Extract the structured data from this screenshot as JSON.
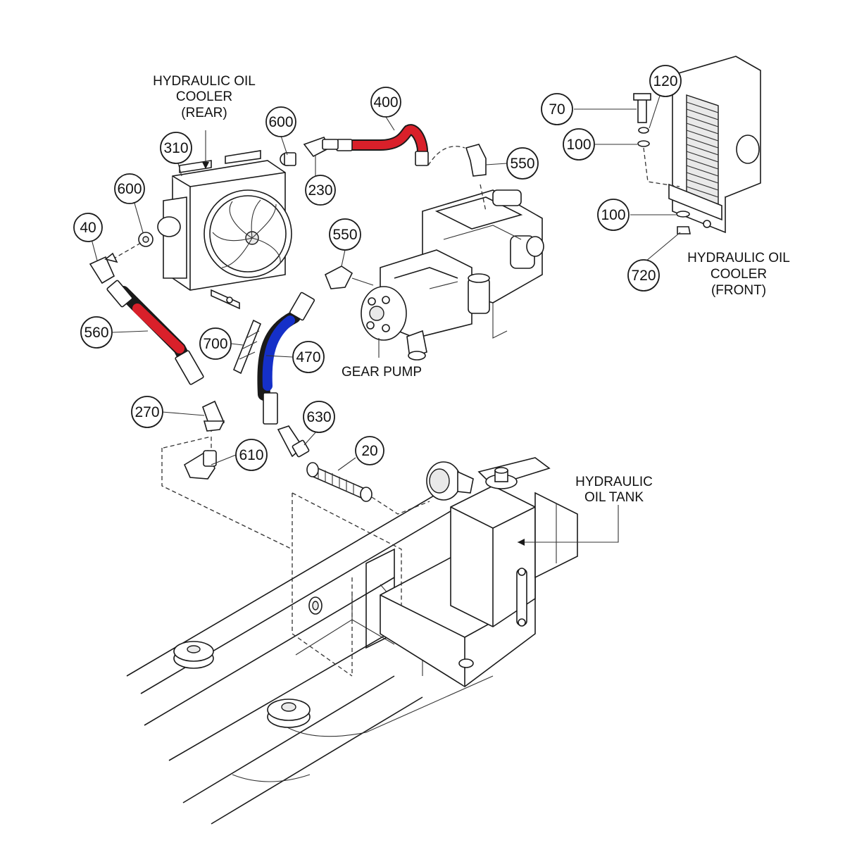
{
  "labels": {
    "cooler_rear": [
      "HYDRAULIC OIL",
      "COOLER",
      "(REAR)"
    ],
    "cooler_front": [
      "HYDRAULIC OIL",
      "COOLER",
      "(FRONT)"
    ],
    "gear_pump": "GEAR PUMP",
    "oil_tank": [
      "HYDRAULIC",
      "OIL TANK"
    ]
  },
  "callouts": {
    "c400": "400",
    "c600a": "600",
    "c310": "310",
    "c230": "230",
    "c550a": "550",
    "c600b": "600",
    "c40": "40",
    "c550b": "550",
    "c560": "560",
    "c700": "700",
    "c470": "470",
    "c270": "270",
    "c630": "630",
    "c610": "610",
    "c20": "20",
    "c70": "70",
    "c120": "120",
    "c100a": "100",
    "c100b": "100",
    "c720": "720"
  },
  "colors": {
    "hose_red": "#d9202a",
    "hose_blue": "#1530c8",
    "line": "#1a1a1a"
  }
}
